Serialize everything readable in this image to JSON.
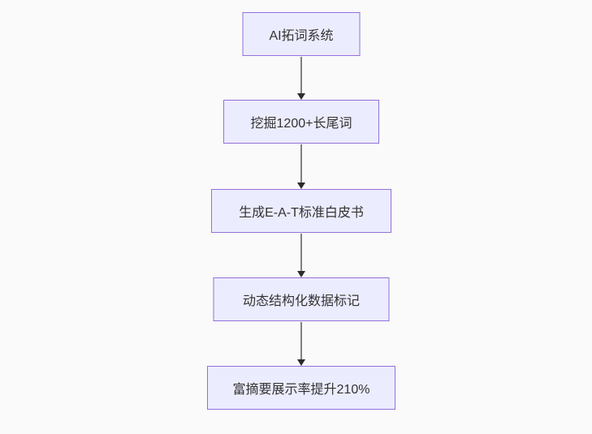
{
  "diagram": {
    "type": "flowchart",
    "direction": "top-down",
    "colors": {
      "background": "#fafafa",
      "node_fill": "#ececff",
      "node_border": "#9370db",
      "node_text": "#333333",
      "edge_line": "#808080",
      "arrowhead": "#2b2b2b"
    },
    "nodes": [
      {
        "id": "A",
        "label": "AI拓词系统"
      },
      {
        "id": "B",
        "label": "挖掘1200+长尾词"
      },
      {
        "id": "C",
        "label": "生成E-A-T标准白皮书"
      },
      {
        "id": "D",
        "label": "动态结构化数据标记"
      },
      {
        "id": "E",
        "label": "富摘要展示率提升210%"
      }
    ],
    "edges": [
      {
        "from": "A",
        "to": "B"
      },
      {
        "from": "B",
        "to": "C"
      },
      {
        "from": "C",
        "to": "D"
      },
      {
        "from": "D",
        "to": "E"
      }
    ]
  }
}
